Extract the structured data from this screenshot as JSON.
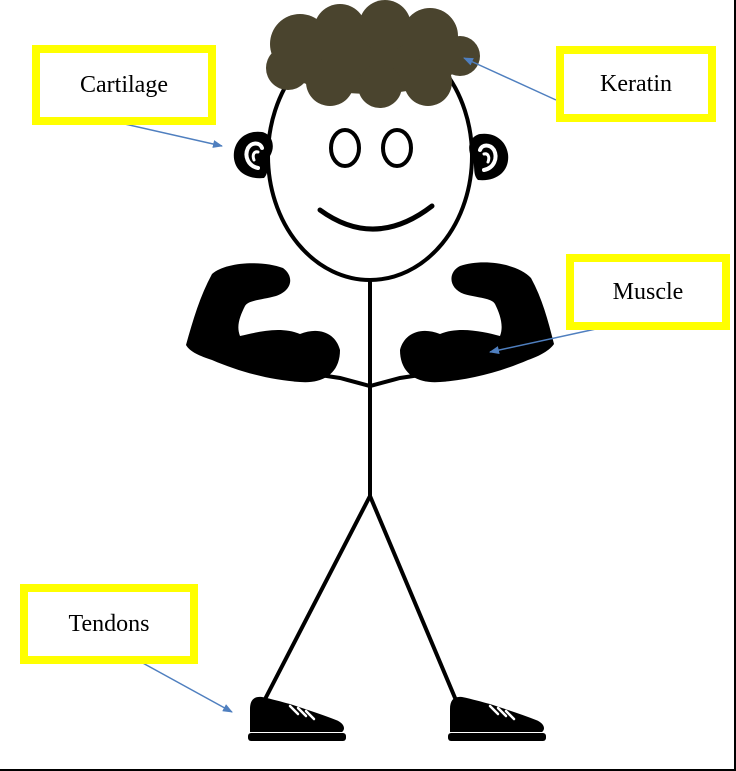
{
  "labels": {
    "cartilage": "Cartilage",
    "keratin": "Keratin",
    "muscle": "Muscle",
    "tendons": "Tendons"
  },
  "colors": {
    "label_border": "#FFFF00",
    "hair": "#4A442E",
    "arrow": "#4F7FBF",
    "figure": "#000000"
  },
  "icons": [
    "hair-icon",
    "ear-icon",
    "flexed-bicep-icon",
    "shoe-icon"
  ]
}
